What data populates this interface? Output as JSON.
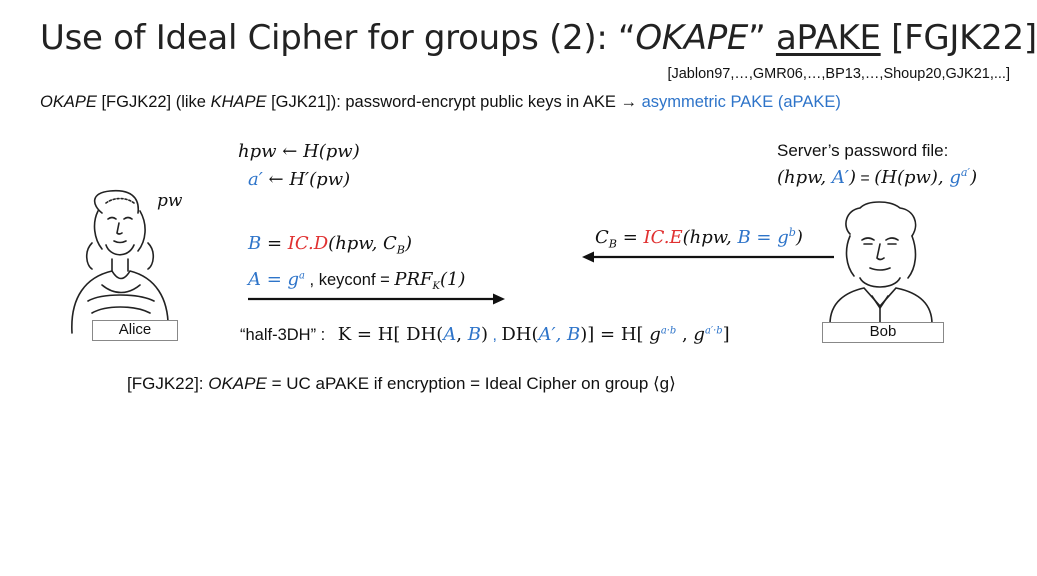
{
  "title": {
    "prefix": "Use of Ideal Cipher for groups (2): “",
    "okape": "OKAPE",
    "quote_close": "” ",
    "apake": "aPAKE",
    "cite": " [FGJK22]"
  },
  "citations": "[Jablon97,…,GMR06,…,BP13,…,Shoup20,GJK21,...]",
  "subtitle": {
    "okape": "OKAPE",
    "part1": " [FGJK22] (like ",
    "khape": "KHAPE",
    "part2": " [GJK21]):  password-encrypt public keys in AKE  →  ",
    "apake": "asymmetric PAKE (aPAKE)"
  },
  "alice": {
    "name": "Alice",
    "pw": "pw",
    "hpw_line": {
      "lhs": "hpw",
      "arrow": " ← ",
      "rhs": "H(pw)"
    },
    "a_line": {
      "lhs": "a′",
      "arrow": " ← ",
      "rhs": "H′(pw)"
    },
    "B_line": {
      "B": "B",
      "eq": " = ",
      "ic": "IC.D",
      "rest": "(hpw, C",
      "sub": "B",
      "close": ")"
    },
    "A_line": {
      "A": "A = g",
      "sup": "a",
      "keyconf": " , keyconf = ",
      "prf": "PRF",
      "prf_sub": "K",
      "prf_arg": "(1)"
    }
  },
  "bob": {
    "name": "Bob",
    "file_label": "Server’s password file:",
    "file": {
      "open": "(hpw, ",
      "A": "A′",
      "mid": ")",
      "eq": " = ",
      "rhs_open": "(H(pw), ",
      "g": "g",
      "sup": "a′",
      "close": ")"
    },
    "C_line": {
      "C": "C",
      "sub": "B",
      "eq": " = ",
      "ic": "IC.E",
      "open": "(hpw, ",
      "B": "B = g",
      "sup": "b",
      "close": ")"
    }
  },
  "half3dh": {
    "label": "“half-3DH” :",
    "K": "K = H[ DH(",
    "A": "A",
    "comma1": ", ",
    "B": "B",
    "p1": ")",
    "sep": " , ",
    "dh2": "DH(",
    "A2": "A′, B",
    "p2": ")] = H[ ",
    "g1": "g",
    "sup1": "a·b",
    "c": " ,  ",
    "g2": "g",
    "sup2": "a′·b",
    "end": "]"
  },
  "conclusion": {
    "part1": "[FGJK22]:  ",
    "okape": "OKAPE",
    "part2": " = UC aPAKE if encryption = Ideal Cipher on group ⟨g⟩"
  },
  "colors": {
    "blue": "#2e74c9",
    "red": "#e03030"
  }
}
